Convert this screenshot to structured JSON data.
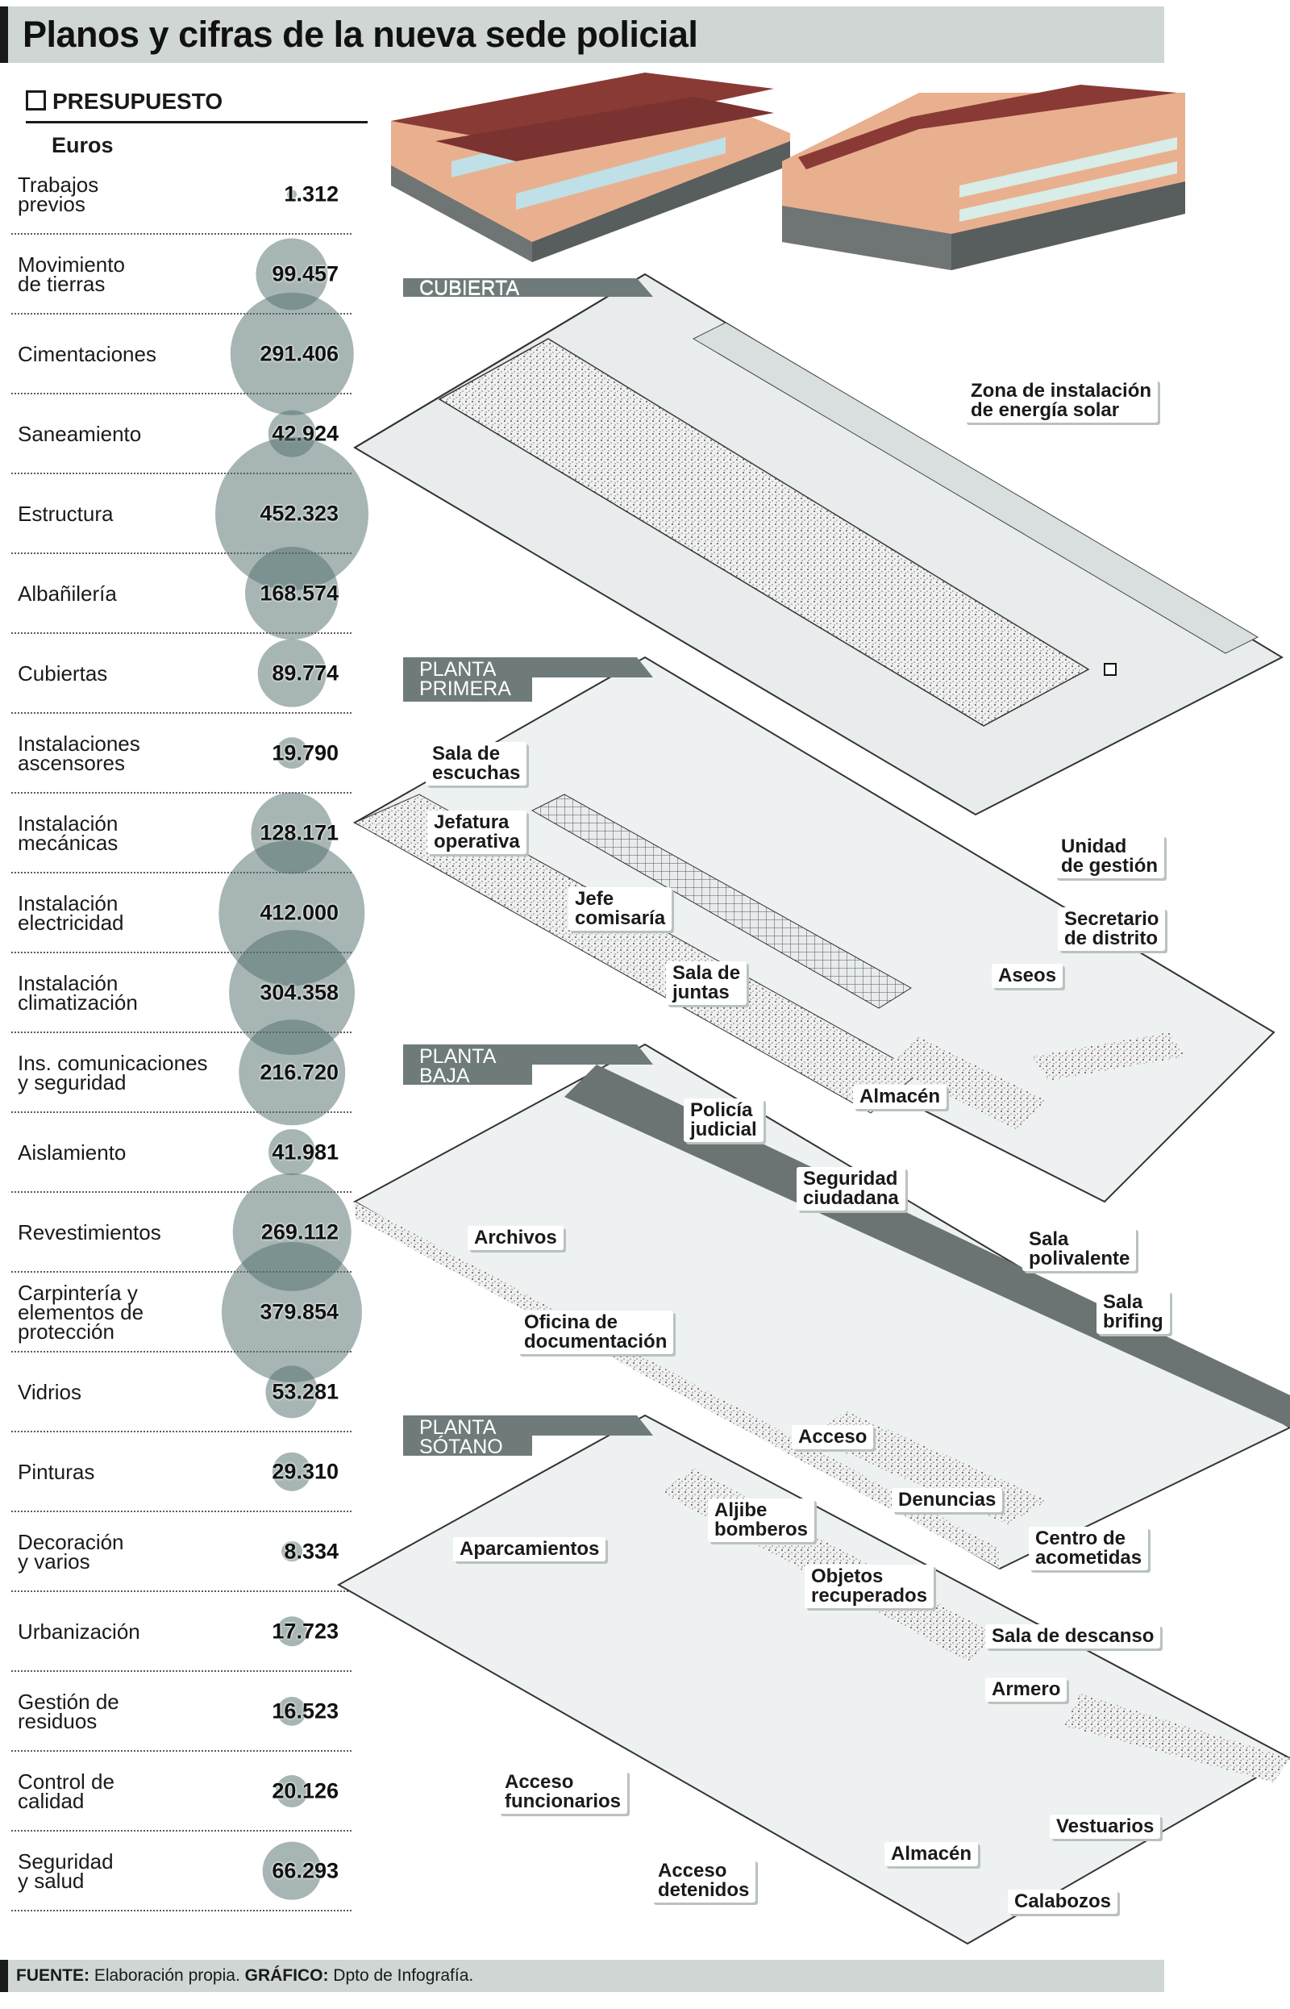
{
  "title": "Planos y cifras de la nueva sede policial",
  "budget": {
    "heading": "PRESUPUESTO",
    "units": "Euros",
    "items": [
      {
        "label": "Trabajos\nprevios",
        "value": "1.312",
        "amount": 1312
      },
      {
        "label": "Movimiento\nde tierras",
        "value": "99.457",
        "amount": 99457
      },
      {
        "label": "Cimentaciones",
        "value": "291.406",
        "amount": 291406
      },
      {
        "label": "Saneamiento",
        "value": "42.924",
        "amount": 42924
      },
      {
        "label": "Estructura",
        "value": "452.323",
        "amount": 452323
      },
      {
        "label": "Albañilería",
        "value": "168.574",
        "amount": 168574
      },
      {
        "label": "Cubiertas",
        "value": "89.774",
        "amount": 89774
      },
      {
        "label": "Instalaciones\nascensores",
        "value": "19.790",
        "amount": 19790
      },
      {
        "label": "Instalación\nmecánicas",
        "value": "128.171",
        "amount": 128171
      },
      {
        "label": "Instalación\nelectricidad",
        "value": "412.000",
        "amount": 412000
      },
      {
        "label": "Instalación\nclimatización",
        "value": "304.358",
        "amount": 304358
      },
      {
        "label": "Ins. comunicaciones\ny seguridad",
        "value": "216.720",
        "amount": 216720
      },
      {
        "label": "Aislamiento",
        "value": "41.981",
        "amount": 41981
      },
      {
        "label": "Revestimientos",
        "value": "269.112",
        "amount": 269112
      },
      {
        "label": "Carpintería y\nelementos de\nprotección",
        "value": "379.854",
        "amount": 379854
      },
      {
        "label": "Vidrios",
        "value": "53.281",
        "amount": 53281
      },
      {
        "label": "Pinturas",
        "value": "29.310",
        "amount": 29310
      },
      {
        "label": "Decoración\ny varios",
        "value": "8.334",
        "amount": 8334
      },
      {
        "label": "Urbanización",
        "value": "17.723",
        "amount": 17723
      },
      {
        "label": "Gestión de\nresiduos",
        "value": "16.523",
        "amount": 16523
      },
      {
        "label": "Control de\ncalidad",
        "value": "20.126",
        "amount": 20126
      },
      {
        "label": "Seguridad\ny salud",
        "value": "66.293",
        "amount": 66293
      }
    ]
  },
  "floors": {
    "cubierta": {
      "tag": "CUBIERTA",
      "callouts": [
        "Zona de instalación\nde energía solar"
      ]
    },
    "primera": {
      "tag": "PLANTA\nPRIMERA",
      "callouts": [
        "Sala de\nescuchas",
        "Jefatura\noperativa",
        "Jefe\ncomisaría",
        "Sala de\njuntas",
        "Unidad\nde gestión",
        "Secretario\nde distrito",
        "Aseos",
        "Almacén"
      ]
    },
    "baja": {
      "tag": "PLANTA\nBAJA",
      "callouts": [
        "Policía\njudicial",
        "Seguridad\nciudadana",
        "Archivos",
        "Oficina de\ndocumentación",
        "Sala\npolivalente",
        "Sala\nbrifing",
        "Acceso",
        "Denuncias",
        "Centro de\nacometidas"
      ]
    },
    "sotano": {
      "tag": "PLANTA\nSÓTANO",
      "callouts": [
        "Aparcamientos",
        "Aljibe\nbomberos",
        "Objetos\nrecuperados",
        "Sala de descanso",
        "Armero",
        "Acceso\nfuncionarios",
        "Vestuarios",
        "Almacén",
        "Acceso\ndetenidos",
        "Calabozos"
      ]
    }
  },
  "footer": {
    "source_label": "FUENTE:",
    "source_text": " Elaboración propia. ",
    "graphic_label": "GRÁFICO:",
    "graphic_text": " Dpto de Infografía."
  },
  "colors": {
    "bubble": "#506e6c",
    "header": "#cfd6d4",
    "wall": "#e07a5f",
    "roof": "#7a3e3e"
  }
}
